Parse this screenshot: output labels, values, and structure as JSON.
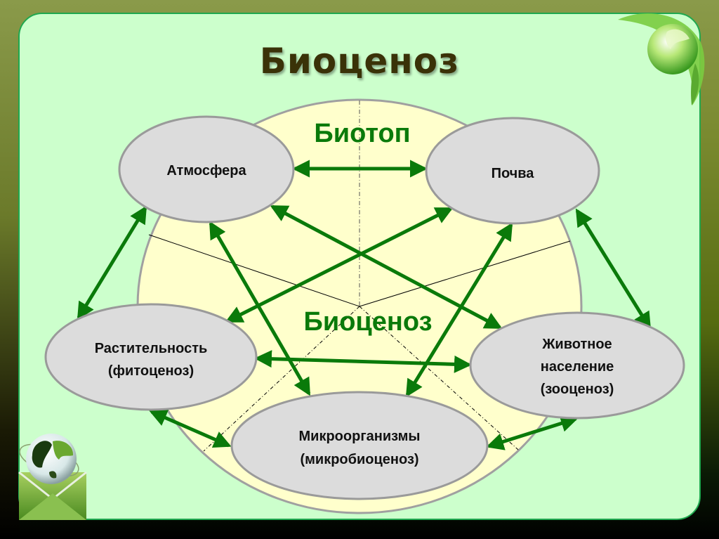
{
  "slide": {
    "title": "Биоценоз",
    "colors": {
      "panel_bg": "#ccffcc",
      "panel_border": "#1fa84f",
      "circle_fill": "#ffffcc",
      "node_fill": "#dcdcdc",
      "node_stroke": "#9a9a9a",
      "arrow": "#0a7a0a",
      "title": "#3a3208",
      "zone_label": "#0a7a0a"
    }
  },
  "diagram": {
    "zones": {
      "biotope": "Биотоп",
      "biocenosis": "Биоценоз"
    },
    "nodes": {
      "atmosphere": {
        "line1": "Атмосфера"
      },
      "soil": {
        "line1": "Почва"
      },
      "vegetation": {
        "line1": "Растительность",
        "line2": "(фитоценоз)"
      },
      "animals": {
        "line1": "Животное",
        "line2": "население",
        "line3": "(зооценоз)"
      },
      "microorganisms": {
        "line1": "Микроорганизмы",
        "line2": "(микробиоценоз)"
      }
    },
    "connections": [
      [
        "atmosphere",
        "soil"
      ],
      [
        "atmosphere",
        "vegetation"
      ],
      [
        "atmosphere",
        "animals"
      ],
      [
        "atmosphere",
        "microorganisms"
      ],
      [
        "soil",
        "vegetation"
      ],
      [
        "soil",
        "animals"
      ],
      [
        "soil",
        "microorganisms"
      ],
      [
        "vegetation",
        "animals"
      ],
      [
        "vegetation",
        "microorganisms"
      ],
      [
        "animals",
        "microorganisms"
      ]
    ]
  },
  "decorations": {
    "top_right": "globe-with-leaves-icon",
    "bottom_left": "globe-envelope-icon"
  }
}
